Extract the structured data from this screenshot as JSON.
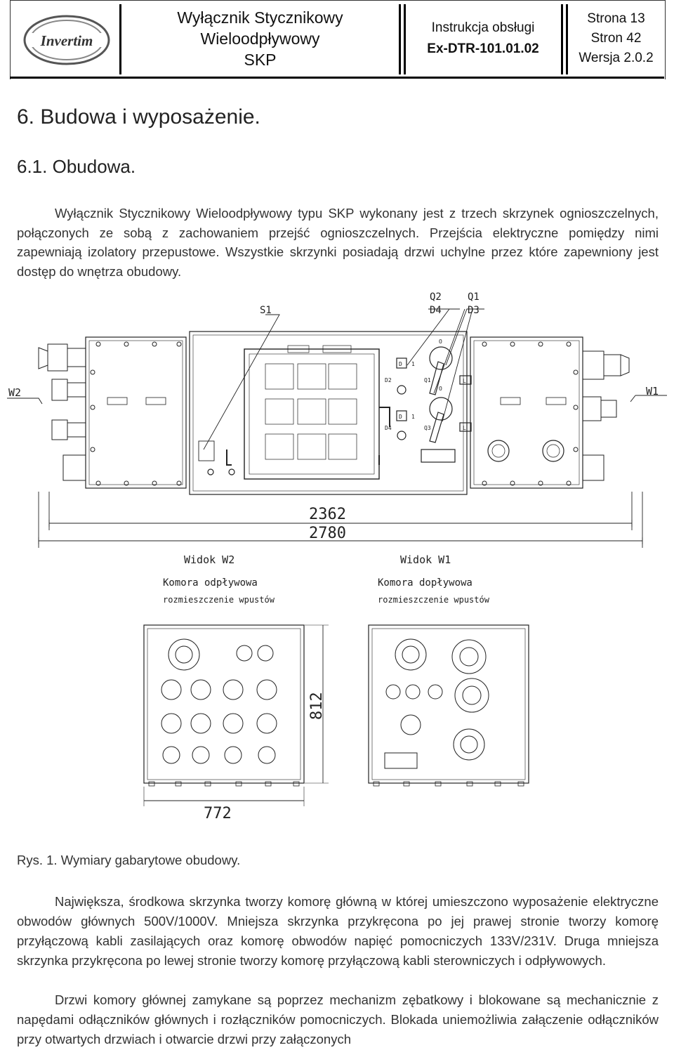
{
  "header": {
    "logo_text": "Invertim",
    "title_lines": [
      "Wyłącznik Stycznikowy",
      "Wieloodpływowy",
      "SKP"
    ],
    "manual_lines": [
      "Instrukcja obsługi",
      "Ex-DTR-101.01.02"
    ],
    "page_lines": [
      "Strona 13",
      "Stron 42",
      "Wersja 2.0.2"
    ]
  },
  "section": {
    "heading": "6. Budowa i wyposażenie.",
    "subheading": "6.1. Obudowa."
  },
  "paragraphs": {
    "intro": "Wyłącznik Stycznikowy Wieloodpływowy typu SKP wykonany jest z trzech skrzynek ognioszczelnych, połączonych ze sobą z zachowaniem przejść ognioszczelnych. Przejścia elektryczne pomiędzy nimi zapewniają izolatory przepustowe. Wszystkie skrzynki posiadają drzwi uchylne przez które zapewniony jest dostęp do wnętrza obudowy.",
    "p2": "Największa, środkowa skrzynka tworzy komorę główną w której umieszczono wyposażenie elektryczne obwodów głównych 500V/1000V. Mniejsza skrzynka przykręcona po jej prawej stronie tworzy komorę przyłączową kabli zasilających oraz komorę obwodów napięć pomocniczych 133V/231V. Druga mniejsza skrzynka przykręcona po lewej stronie tworzy komorę przyłączową kabli sterowniczych i odpływowych.",
    "p3": "Drzwi komory głównej zamykane są poprzez mechanizm zębatkowy i blokowane są mechanicznie z napędami odłączników głównych i rozłączników pomocniczych. Blokada uniemożliwia załączenie odłączników przy otwartych drzwiach i otwarcie drzwi przy załączonych"
  },
  "figure": {
    "caption": "Rys. 1. Wymiary gabarytowe obudowy.",
    "labels": {
      "s1": "S1",
      "q2": "Q2",
      "q1": "Q1",
      "d4": "D4",
      "d3": "D3",
      "w2": "W2",
      "w1": "W1",
      "dim_2362": "2362",
      "dim_2780": "2780",
      "dim_812": "812",
      "dim_772": "772",
      "view_w2": "Widok W2",
      "view_w1": "Widok W1",
      "chamber_out": "Komora odpływowa",
      "chamber_in": "Komora dopływowa",
      "gland_layout": "rozmieszczenie wpustów",
      "inner_d2": "D2",
      "inner_q1": "Q1",
      "inner_d4": "D4",
      "inner_q3": "Q3",
      "inner_d": "D",
      "inner_o": "O",
      "inner_l": "L",
      "inner_1": "1"
    }
  }
}
